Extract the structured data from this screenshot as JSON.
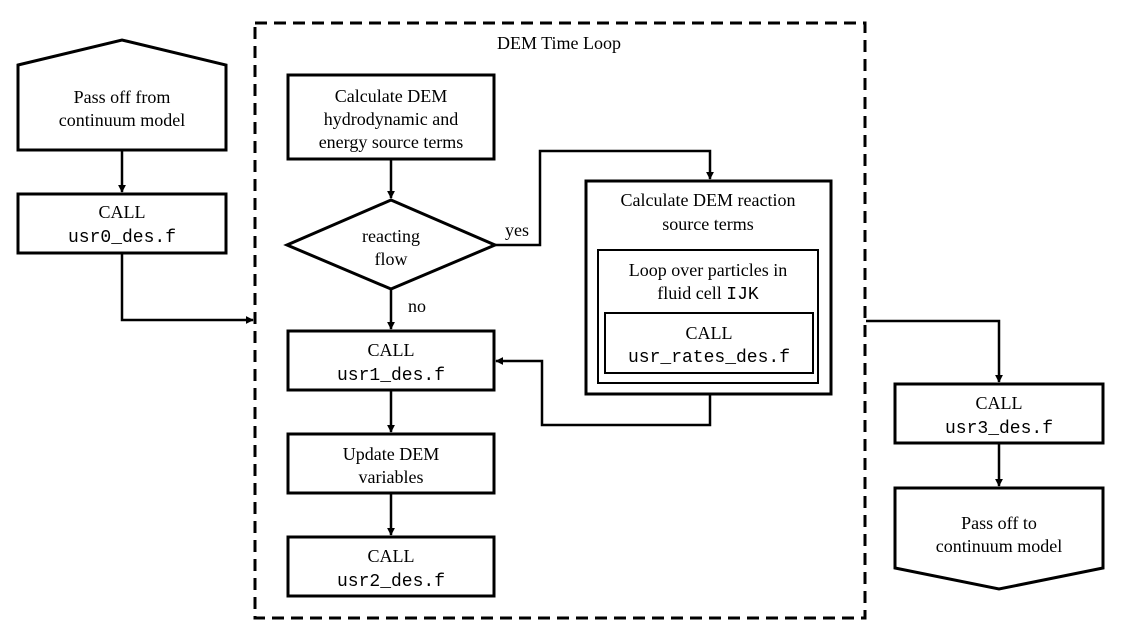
{
  "diagram": {
    "loop_title": "DEM Time Loop",
    "pass_off_from": {
      "line1": "Pass off from",
      "line2": "continuum model"
    },
    "call_usr0": {
      "line1": "CALL",
      "line2": "usr0_des.f"
    },
    "calc_hydro": {
      "line1": "Calculate DEM",
      "line2": "hydrodynamic and",
      "line3": "energy source terms"
    },
    "decision": {
      "line1": "reacting",
      "line2": "flow",
      "yes_label": "yes",
      "no_label": "no"
    },
    "call_usr1": {
      "line1": "CALL",
      "line2": "usr1_des.f"
    },
    "update_vars": {
      "line1": "Update DEM",
      "line2": "variables"
    },
    "call_usr2": {
      "line1": "CALL",
      "line2": "usr2_des.f"
    },
    "reaction_terms": {
      "line1": "Calculate DEM reaction",
      "line2": "source terms"
    },
    "loop_particles": {
      "line1": "Loop over particles in",
      "line2": "fluid cell ",
      "line2_code": "IJK"
    },
    "call_rates": {
      "line1": "CALL",
      "line2": "usr_rates_des.f"
    },
    "call_usr3": {
      "line1": "CALL",
      "line2": "usr3_des.f"
    },
    "pass_off_to": {
      "line1": "Pass off to",
      "line2": "continuum model"
    }
  }
}
